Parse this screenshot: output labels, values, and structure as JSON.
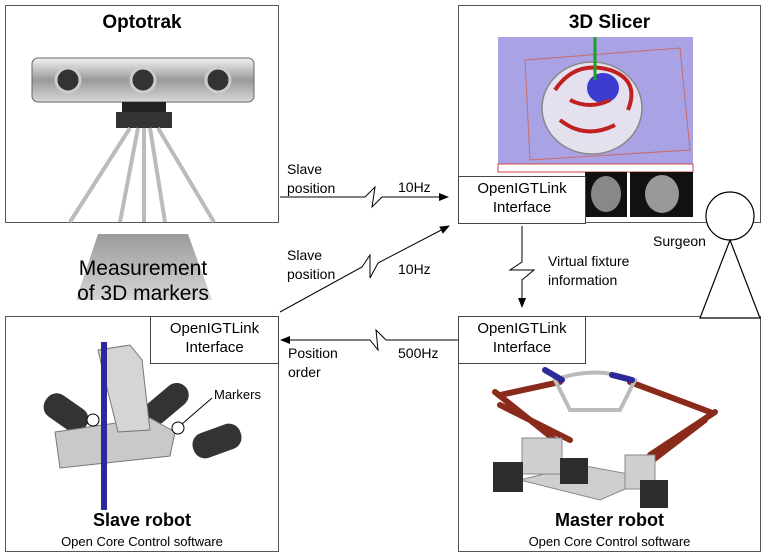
{
  "panels": {
    "optotrak": {
      "title": "Optotrak"
    },
    "slicer": {
      "title": "3D Slicer"
    },
    "slave": {
      "title": "Slave robot",
      "subtitle": "Open Core Control software"
    },
    "master": {
      "title": "Master robot",
      "subtitle": "Open Core Control software"
    }
  },
  "interfaces": {
    "slicer_line1": "OpenIGTLink",
    "slicer_line2": "Interface",
    "slave_line1": "OpenIGTLink",
    "slave_line2": "Interface",
    "master_line1": "OpenIGTLink",
    "master_line2": "Interface"
  },
  "links": {
    "opto_to_slicer": {
      "label_line1": "Slave",
      "label_line2": "position",
      "rate": "10Hz"
    },
    "slave_to_slicer": {
      "label_line1": "Slave",
      "label_line2": "position",
      "rate": "10Hz"
    },
    "slicer_to_master": {
      "label_line1": "Virtual fixture",
      "label_line2": "information"
    },
    "master_to_slave": {
      "label_line1": "Position",
      "label_line2": "order",
      "rate": "500Hz"
    }
  },
  "measurement": {
    "line1": "Measurement",
    "line2": "of 3D markers"
  },
  "markers_label": "Markers",
  "surgeon_label": "Surgeon",
  "colors": {
    "marker_stick": "#2a2a9a",
    "robot_arm": "#8a2a1a",
    "slicer_bg": "#a9a3e6"
  }
}
